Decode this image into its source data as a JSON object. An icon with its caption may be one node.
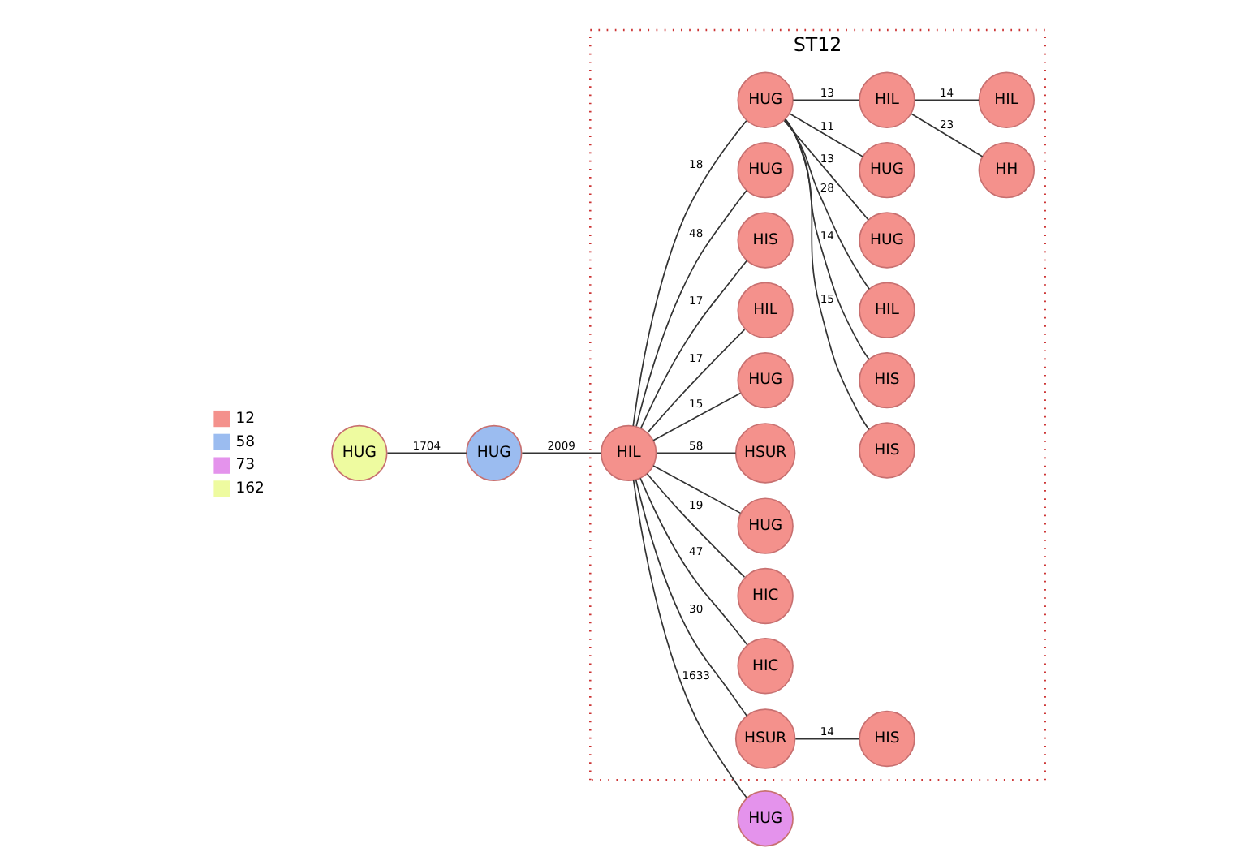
{
  "diagram": {
    "nodes": [
      {
        "text": [
          "HUG"
        ]
      },
      {
        "text": [
          "HUG"
        ]
      },
      {
        "text": [
          "ST12"
        ]
      },
      {
        "text": [
          "HIL"
        ],
        "in": 2
      },
      {
        "text": [
          "HIS"
        ],
        "in": 2
      },
      {
        "text": [
          "HSUR"
        ],
        "in": 2
      },
      {
        "text": [
          "HIC"
        ],
        "in": 2
      },
      {
        "text": [
          "HIC"
        ],
        "in": 2
      },
      {
        "text": [
          "HUG"
        ],
        "in": 2
      },
      {
        "text": [
          "HSUR"
        ],
        "in": 2
      },
      {
        "text": [
          "HUG"
        ],
        "in": 2
      },
      {
        "text": [
          "HIL"
        ],
        "in": 2
      },
      {
        "text": [
          "HIS"
        ],
        "in": 2
      },
      {
        "text": [
          "HUG"
        ],
        "in": 2
      },
      {
        "text": [
          "HUG"
        ],
        "in": 2
      },
      {
        "text": [
          "HIS"
        ],
        "in": 2
      },
      {
        "text": [
          "HIS"
        ],
        "in": 2
      },
      {
        "text": [
          "HIL"
        ],
        "in": 2
      },
      {
        "text": [
          "HUG"
        ],
        "in": 2
      },
      {
        "text": [
          "HUG"
        ],
        "in": 2
      },
      {
        "text": [
          "HIL"
        ],
        "in": 2
      },
      {
        "text": [
          "HH"
        ],
        "in": 2
      },
      {
        "text": [
          "HIL"
        ],
        "in": 2
      },
      {
        "text": [
          "HUG"
        ]
      }
    ],
    "edges": [
      {
        "from": 0,
        "to": 1,
        "arrow": "none",
        "label": "1704"
      },
      {
        "from": 1,
        "to": 3,
        "arrow": "none",
        "label": "2009"
      },
      {
        "from": 3,
        "to": 5,
        "arrow": "none",
        "label": "30"
      },
      {
        "from": 5,
        "to": 4,
        "arrow": "none",
        "label": "14"
      },
      {
        "from": 3,
        "to": 6,
        "arrow": "none",
        "label": "47"
      },
      {
        "from": 3,
        "to": 7,
        "arrow": "none",
        "label": "19"
      },
      {
        "from": 3,
        "to": 8,
        "arrow": "none"
      },
      {
        "from": 3,
        "to": 9,
        "arrow": "none",
        "label": "58"
      },
      {
        "from": 3,
        "to": 10,
        "arrow": "none",
        "label": "15"
      },
      {
        "from": 3,
        "to": 11,
        "arrow": "none",
        "label": "17"
      },
      {
        "from": 3,
        "to": 12,
        "arrow": "none",
        "label": "17"
      },
      {
        "from": 3,
        "to": 13,
        "arrow": "none",
        "label": "48"
      },
      {
        "from": 3,
        "to": 14,
        "arrow": "none",
        "label": "18"
      },
      {
        "from": 14,
        "to": 15,
        "arrow": "none",
        "label": "15"
      },
      {
        "from": 14,
        "to": 16,
        "arrow": "none",
        "label": "14"
      },
      {
        "from": 14,
        "to": 17,
        "arrow": "none",
        "label": "28"
      },
      {
        "from": 14,
        "to": 18,
        "arrow": "none",
        "label": "13"
      },
      {
        "from": 14,
        "to": 19,
        "arrow": "none",
        "label": "11"
      },
      {
        "from": 14,
        "to": 20,
        "arrow": "none",
        "label": "13"
      },
      {
        "from": 20,
        "to": 21,
        "arrow": "none",
        "label": "23"
      },
      {
        "from": 20,
        "to": 22,
        "arrow": "none",
        "label": "14"
      },
      {
        "from": 3,
        "to": 23,
        "arrow": "none",
        "label": "1633"
      }
    ],
    "legend": [
      {
        "text": "12",
        "color": "#f4918c"
      },
      {
        "text": "58",
        "color": "#9bbcf0"
      },
      {
        "text": "73",
        "color": "#e493ec"
      },
      {
        "text": "162",
        "color": "#eefba0"
      }
    ]
  }
}
